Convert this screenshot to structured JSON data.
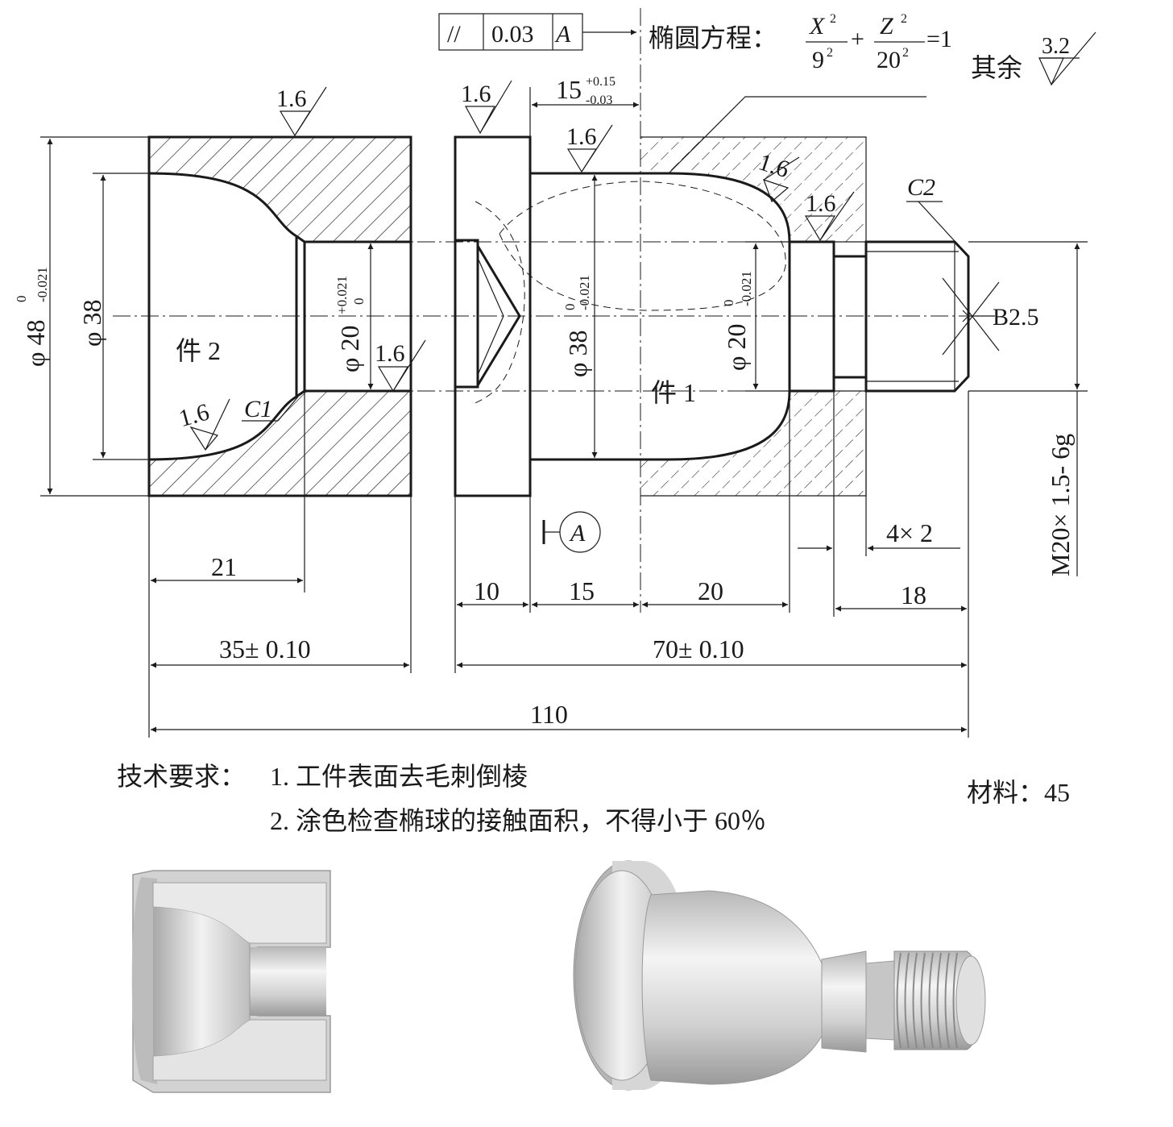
{
  "drawing": {
    "parts": {
      "part2": "件 2",
      "part1": "件 1"
    },
    "equation": {
      "label": "椭圆方程：",
      "x_num": "X",
      "x_den": "9",
      "z_num": "Z",
      "z_den": "20",
      "exp": "2",
      "plus": "+",
      "eq": "=1"
    },
    "tolerance_frame": {
      "value": "0.03",
      "datum": "A",
      "symbol": "//"
    },
    "datum_label": "A",
    "rest_roughness": {
      "label": "其余",
      "value": "3.2"
    },
    "roughness": "1.6",
    "chamfers": {
      "c1": "C1",
      "c2": "C2"
    },
    "center_hole": "B2.5",
    "diameters": {
      "d48": "φ 48",
      "d48_tol_upper": "0",
      "d48_tol_lower": "-0.021",
      "d38": "φ 38",
      "d20_part2": "φ 20",
      "d20_part2_tol_upper": "+0.021",
      "d20_part2_tol_lower": "0",
      "d38_part1": "φ 38",
      "d38_part1_tol_upper": "0",
      "d38_part1_tol_lower": "-0.021",
      "d20_part1": "φ 20",
      "d20_part1_tol_upper": "0",
      "d20_part1_tol_lower": "-0.021"
    },
    "thread": "M20× 1.5- 6g",
    "dims": {
      "d15_top": "15",
      "d15_top_upper": "+0.15",
      "d15_top_lower": "-0.03",
      "d21": "21",
      "d10": "10",
      "d15": "15",
      "d20": "20",
      "d4x2": "4× 2",
      "d18": "18",
      "d35": "35± 0.10",
      "d70": "70± 0.10",
      "d110": "110"
    }
  },
  "notes": {
    "title": "技术要求：",
    "item1": "1.  工件表面去毛刺倒棱",
    "item2": "2.  涂色检查椭球的接触面积，不得小于 60％",
    "material": "材料：45"
  }
}
